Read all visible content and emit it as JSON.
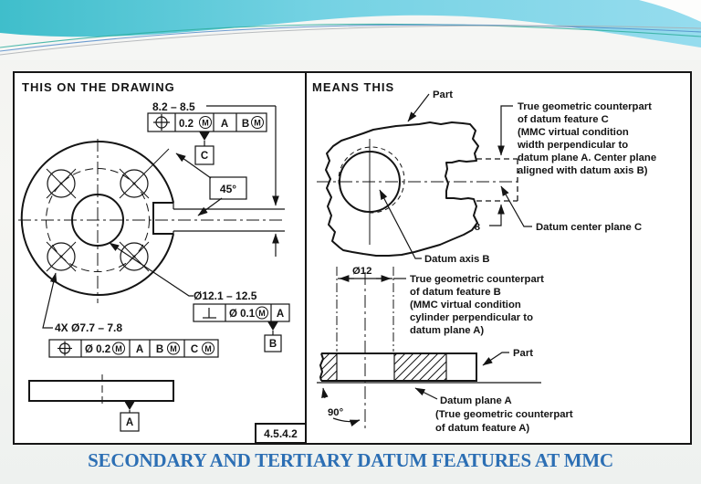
{
  "slide": {
    "caption": "SECONDARY AND TERTIARY DATUM FEATURES AT MMC",
    "caption_color": "#2c6fb4",
    "figure_ref": "4.5.4.2"
  },
  "symbols": {
    "mmc": "M"
  },
  "left_panel": {
    "title": "THIS ON THE DRAWING",
    "slot_dim": "8.2 – 8.5",
    "fcf_slot": {
      "symbol": "position-icon",
      "tolerance": "0.2",
      "datum1": "A",
      "datum2": "B"
    },
    "datum_label_c": "C",
    "angle_dim": "45°",
    "hole_dim": "Ø12.1 – 12.5",
    "fcf_hole": {
      "symbol": "perpendicularity-icon",
      "tolerance": "Ø 0.1",
      "datum1": "A"
    },
    "datum_label_b": "B",
    "pattern_dim": "4X Ø7.7 – 7.8",
    "fcf_pattern": {
      "symbol": "position-icon",
      "tolerance": "Ø 0.2",
      "datum1": "A",
      "datum2": "B",
      "datum3": "C"
    },
    "datum_label_a": "A"
  },
  "right_panel": {
    "title": "MEANS THIS",
    "part_label_top": "Part",
    "part_label_bottom": "Part",
    "width_dim": "8",
    "cylinder_dim": "Ø12",
    "angle_dim": "90°",
    "datum_axis_label": "Datum axis B",
    "datum_center_plane_label": "Datum center plane C",
    "note_c_lines": [
      "True geometric counterpart",
      "of datum feature C",
      "(MMC virtual condition",
      "width perpendicular to",
      "datum plane A. Center plane",
      "aligned with datum axis B)"
    ],
    "note_b_lines": [
      "True geometric counterpart",
      "of datum feature B",
      "(MMC virtual condition",
      "cylinder perpendicular to",
      "datum plane A)"
    ],
    "datum_plane_lines": [
      "Datum plane A",
      "(True geometric counterpart",
      "of datum feature A)"
    ]
  }
}
